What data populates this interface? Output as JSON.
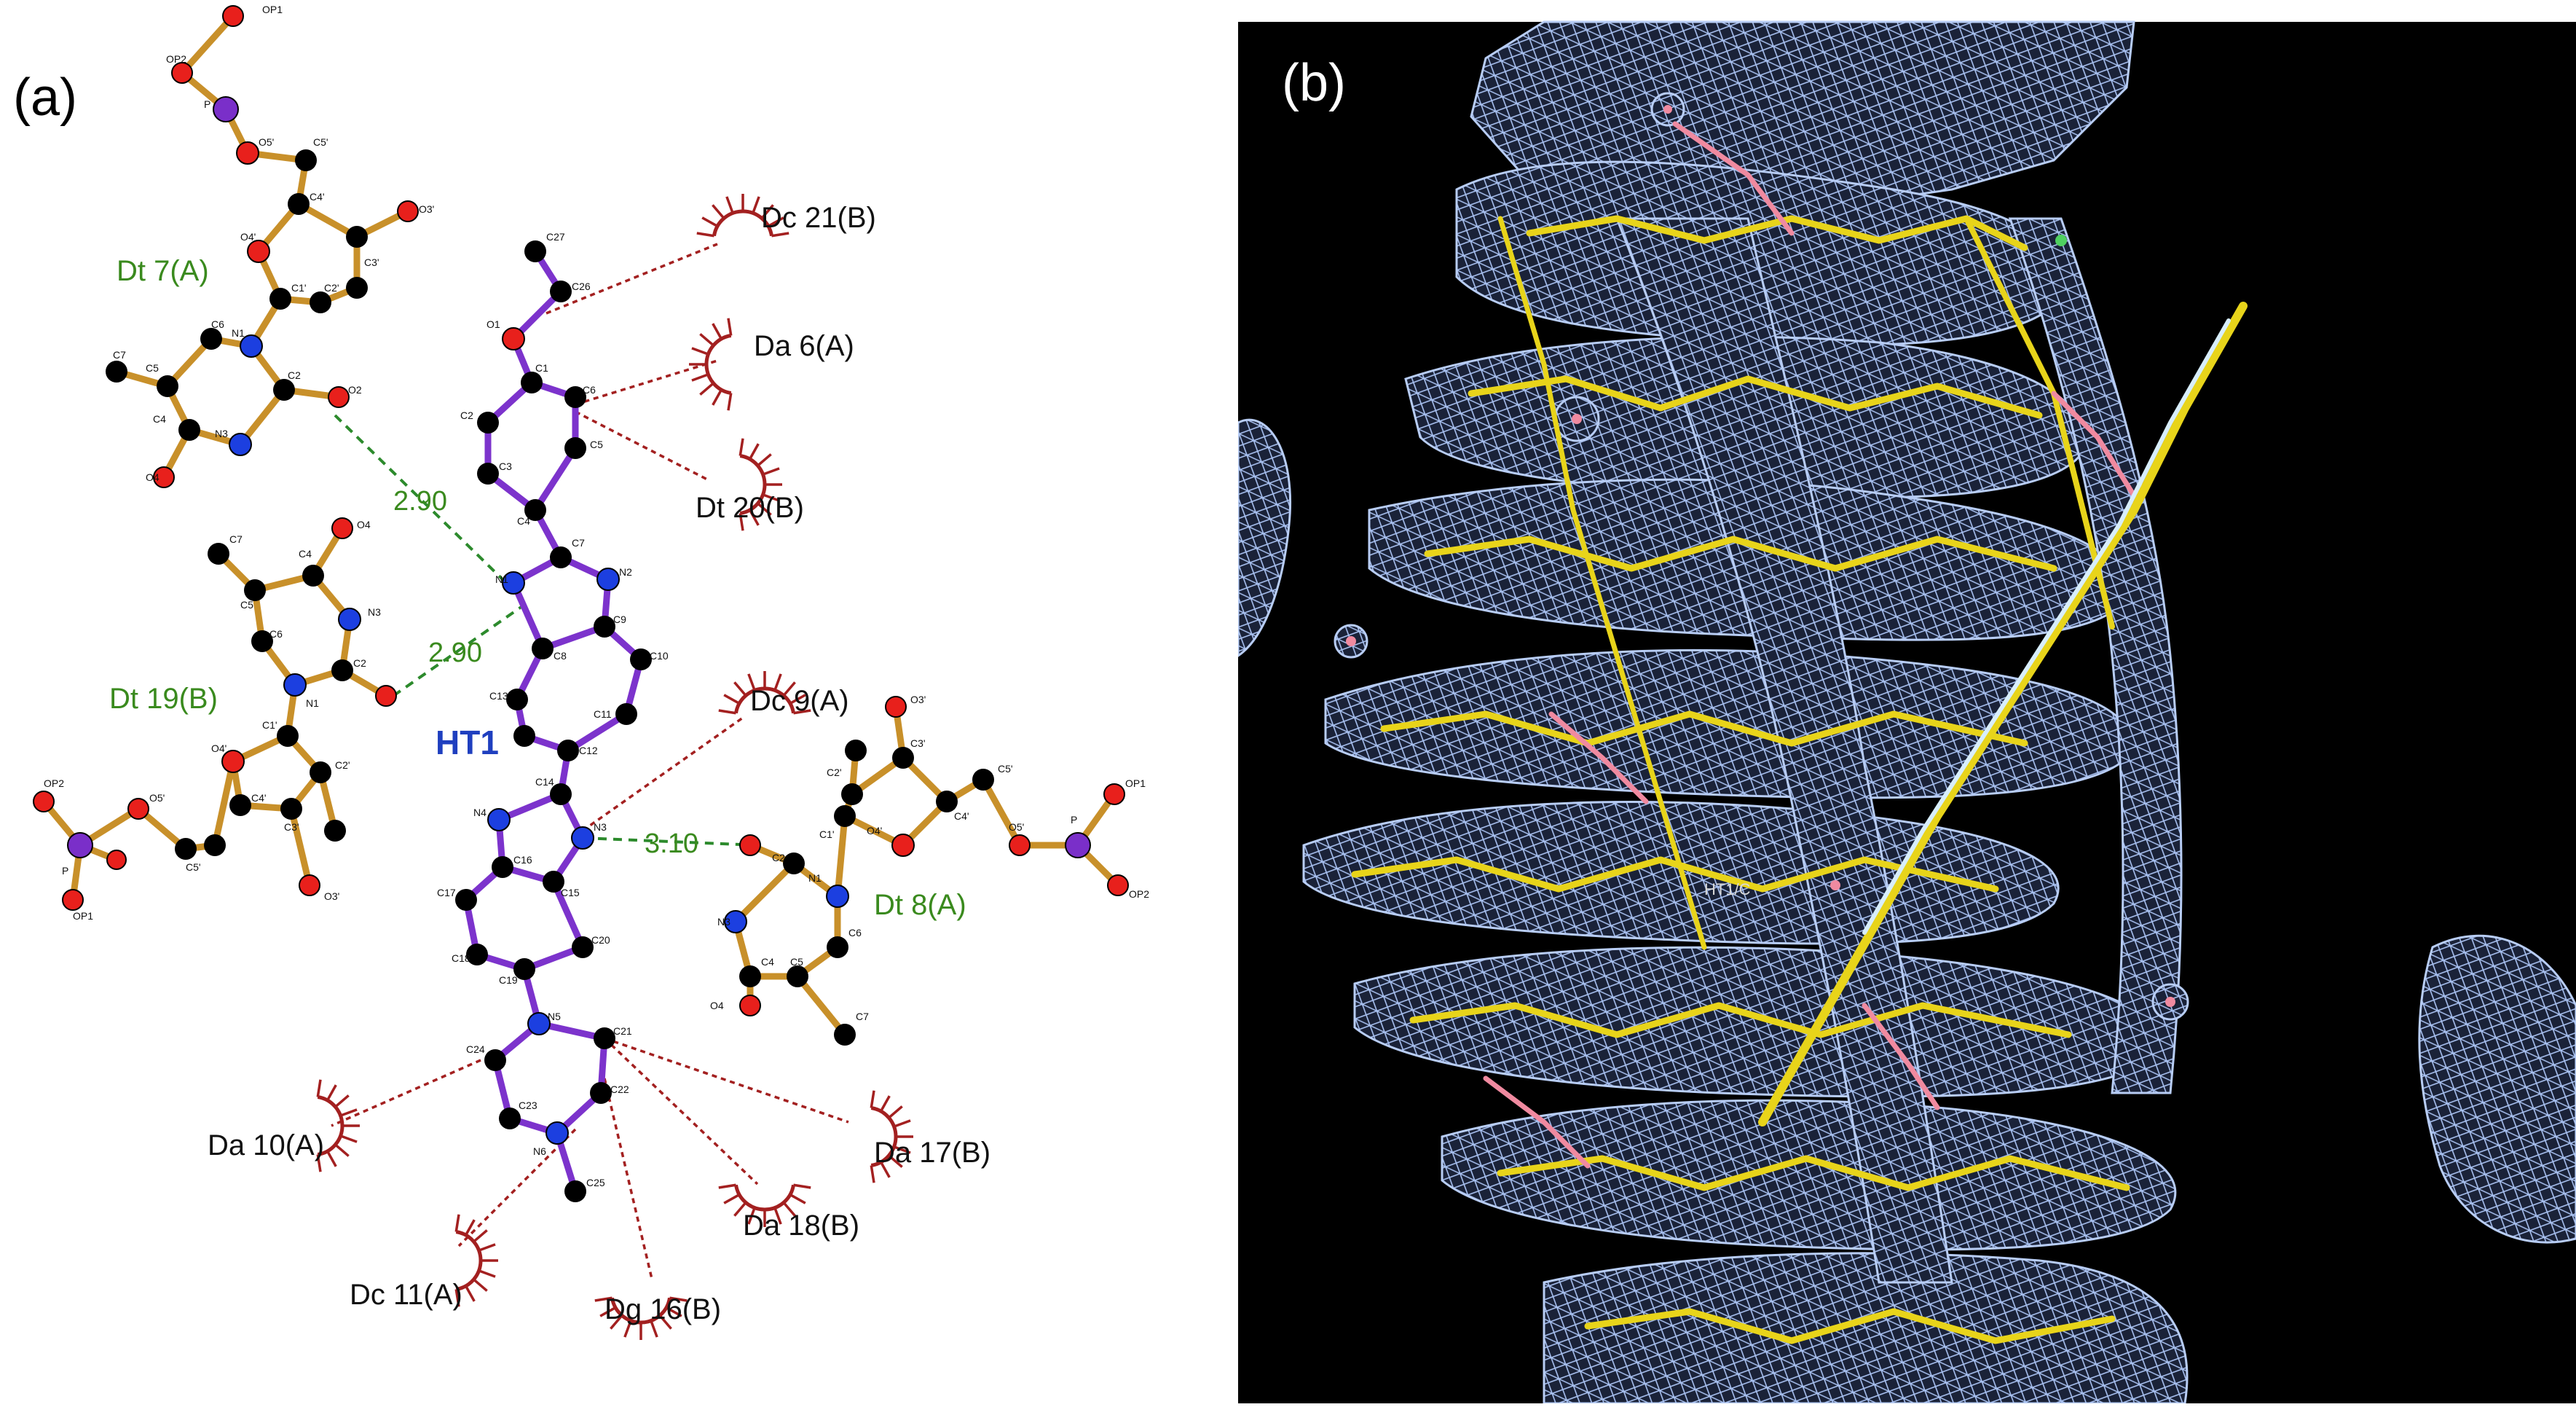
{
  "panel_a": {
    "letter": "(a)",
    "ligand_label": "HT1",
    "residues": {
      "dt7a": "Dt 7(A)",
      "dt19b": "Dt 19(B)",
      "dt8a": "Dt 8(A)",
      "dc21b": "Dc 21(B)",
      "da6a": "Da 6(A)",
      "dt20b": "Dt 20(B)",
      "dc9a": "Dc 9(A)",
      "da10a": "Da 10(A)",
      "da17b": "Da 17(B)",
      "da18b": "Da 18(B)",
      "dc11a": "Dc 11(A)",
      "dg16b": "Dg 16(B)"
    },
    "distances": {
      "d1": "2.90",
      "d2": "2.90",
      "d3": "3.10"
    },
    "atom_labels": {
      "op1": "OP1",
      "op2": "OP2",
      "p": "P",
      "o5p": "O5'",
      "c5p": "C5'",
      "c4p": "C4'",
      "o4p": "O4'",
      "c3p": "C3'",
      "o3p": "O3'",
      "c2p": "C2'",
      "c1p": "C1'",
      "n1": "N1",
      "c2": "C2",
      "o2": "O2",
      "n3": "N3",
      "c4": "C4",
      "o4": "O4",
      "c5": "C5",
      "c6": "C6",
      "c7": "C7",
      "h_c27": "C27",
      "h_c26": "C26",
      "h_o1": "O1",
      "h_c1": "C1",
      "h_c2": "C2",
      "h_c3": "C3",
      "h_c4": "C4",
      "h_c5": "C5",
      "h_c6": "C6",
      "h_c7": "C7",
      "h_n1": "N1",
      "h_n2": "N2",
      "h_c8": "C8",
      "h_c9": "C9",
      "h_c10": "C10",
      "h_c11": "C11",
      "h_c12": "C12",
      "h_c13": "C13",
      "h_c14": "C14",
      "h_n3": "N3",
      "h_n4": "N4",
      "h_c15": "C15",
      "h_c16": "C16",
      "h_c17": "C17",
      "h_c18": "C18",
      "h_c19": "C19",
      "h_c20": "C20",
      "h_n5": "N5",
      "h_c21": "C21",
      "h_c22": "C22",
      "h_c23": "C23",
      "h_c24": "C24",
      "h_n6": "N6",
      "h_c25": "C25"
    }
  },
  "panel_b": {
    "letter": "(b)",
    "ligand_tag": "HT1/C"
  },
  "colors": {
    "carbon": "#000000",
    "oxygen": "#e8201c",
    "nitrogen": "#1c3fe0",
    "phosphorus": "#7a2fc9",
    "dna_bond": "#c8902a",
    "ligand_bond": "#7c33cc",
    "hbond": "#2c8a2c",
    "hydrophobic": "#a32020",
    "mesh": "#9fb8ee",
    "stick": "#e8d41a",
    "background_b": "#000000"
  }
}
